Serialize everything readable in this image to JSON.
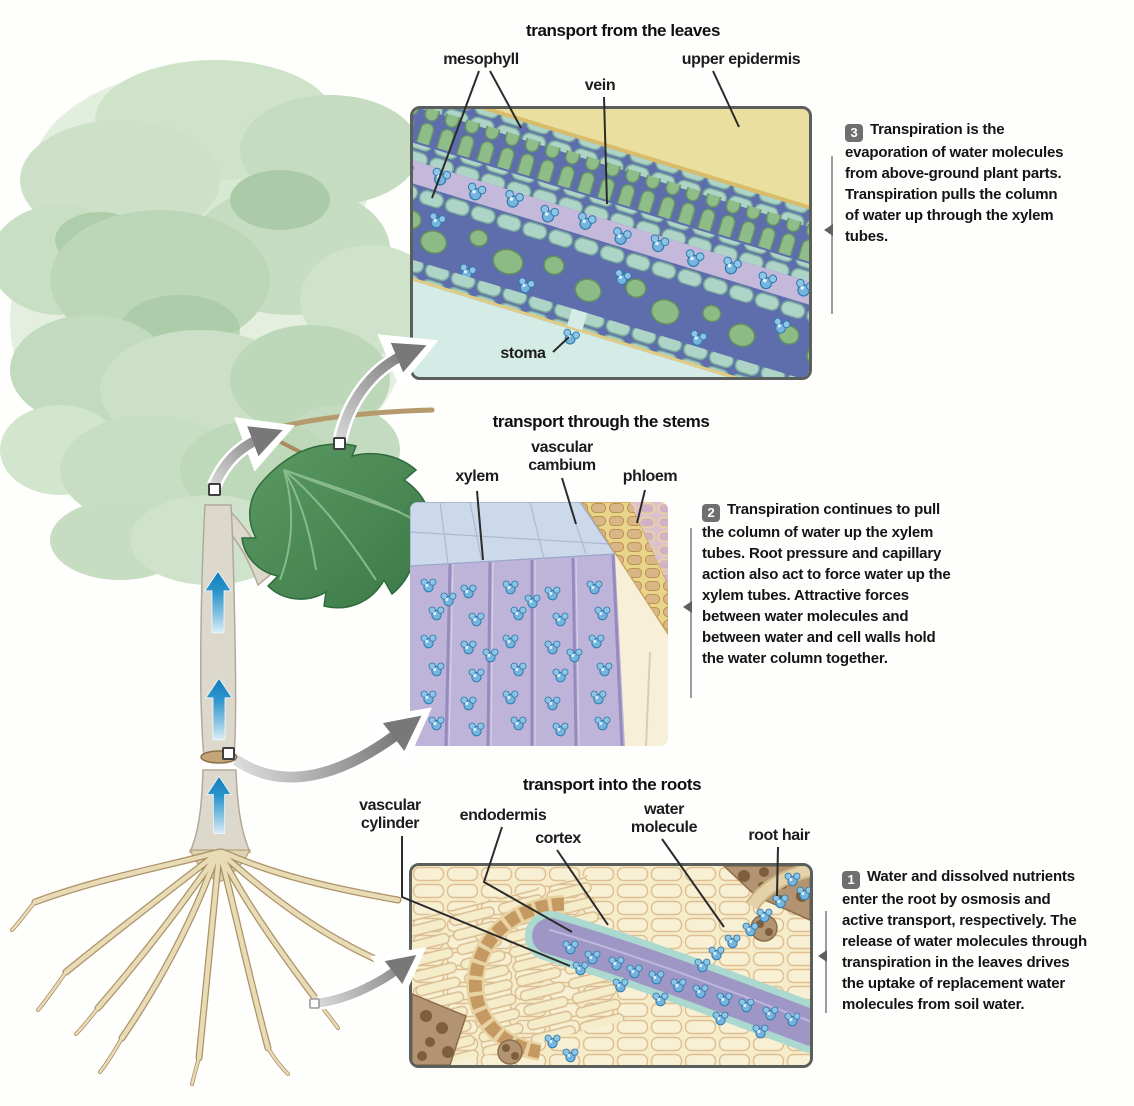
{
  "colors": {
    "accent_blue_arrow": "#1e8ac8",
    "badge_gray": "#6f6f6f",
    "panel_border_gray": "#5a5f5c",
    "water_molecule_blue": "#74b4de",
    "callout_arrow_gray": "#8a8a8a"
  },
  "panels": {
    "leaves": {
      "title": "transport from the leaves",
      "labels": {
        "mesophyll": "mesophyll",
        "vein": "vein",
        "upper_epidermis": "upper epidermis",
        "stoma": "stoma"
      }
    },
    "stems": {
      "title": "transport through the stems",
      "labels": {
        "xylem": "xylem",
        "vascular_cambium": "vascular cambium",
        "phloem": "phloem"
      }
    },
    "roots": {
      "title": "transport into the roots",
      "labels": {
        "vascular_cylinder": "vascular cylinder",
        "endodermis": "endodermis",
        "cortex": "cortex",
        "water_molecule": "water molecule",
        "root_hair": "root hair"
      }
    }
  },
  "steps": [
    {
      "number": "3",
      "text": "Transpiration is the evaporation of water molecules from above-ground plant parts. Transpiration pulls the column of water up through the xylem tubes."
    },
    {
      "number": "2",
      "text": "Transpiration continues to pull the column of water up the xylem tubes. Root pressure and capillary action also act to force water up the xylem tubes. Attractive forces between water molecules and between water and cell walls hold the water column together."
    },
    {
      "number": "1",
      "text": "Water and dissolved nutrients enter the root by osmosis and active transport, respectively. The release of water molecules through transpiration in the leaves drives the uptake of replacement water molecules from soil water."
    }
  ]
}
